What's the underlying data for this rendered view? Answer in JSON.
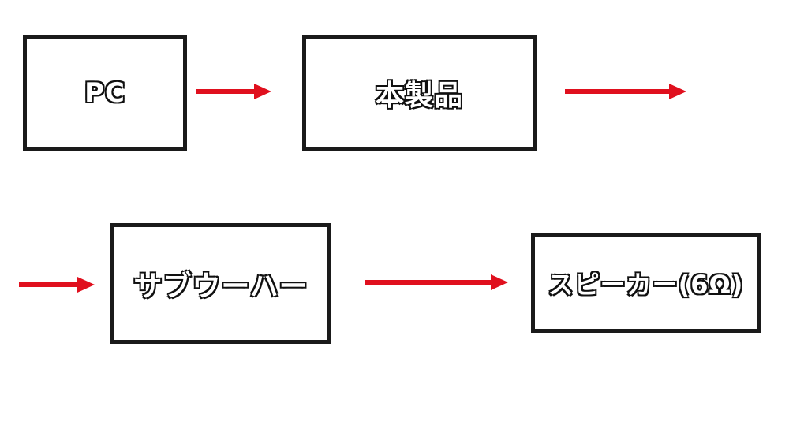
{
  "diagram": {
    "nodes": {
      "pc": "PC",
      "product": "本製品",
      "subwoofer": "サブウーハー",
      "speaker": "スピーカー(6Ω)"
    },
    "edges": [
      {
        "from": "PC",
        "to": "本製品"
      },
      {
        "from": "本製品",
        "to": "サブウーハー"
      },
      {
        "from": "サブウーハー",
        "to": "スピーカー(6Ω)"
      }
    ],
    "colors": {
      "arrow": "#e0101e",
      "border": "#1a1a1a",
      "label_fill": "#ffffff",
      "label_outline": "#111111"
    }
  }
}
